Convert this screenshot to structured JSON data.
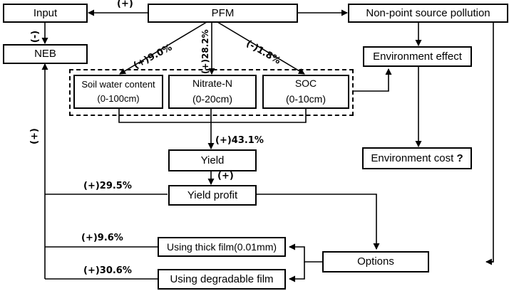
{
  "nodes": {
    "input": "Input",
    "pfm": "PFM",
    "nps": "Non-point source pollution",
    "neb": "NEB",
    "env_effect": "Environment effect",
    "soil_water_title": "Soil water content",
    "soil_water_depth": "(0-100cm)",
    "nitrate_title": "Nitrate-N",
    "nitrate_depth": "(0-20cm)",
    "soc_title": "SOC",
    "soc_depth": "(0-10cm)",
    "yield": "Yield",
    "env_cost": "Environment cost",
    "env_cost_mark": "?",
    "yield_profit": "Yield profit",
    "thick_film": "Using thick film(0.01mm)",
    "options": "Options",
    "degradable_film": "Using degradable film"
  },
  "edge_labels": {
    "pfm_to_input": "(+)",
    "input_to_neb": "(-)",
    "to_soil_water": "(+)9.0%",
    "to_nitrate": "(+)28.2%",
    "to_soc": "(-)1.8%",
    "to_yield": "(+)43.1%",
    "yield_to_profit": "(+)",
    "neb_feedback": "(+)",
    "profit_to_neb": "(+)29.5%",
    "thick_to_neb": "(+)9.6%",
    "degradable_to_neb": "(+)30.6%"
  }
}
